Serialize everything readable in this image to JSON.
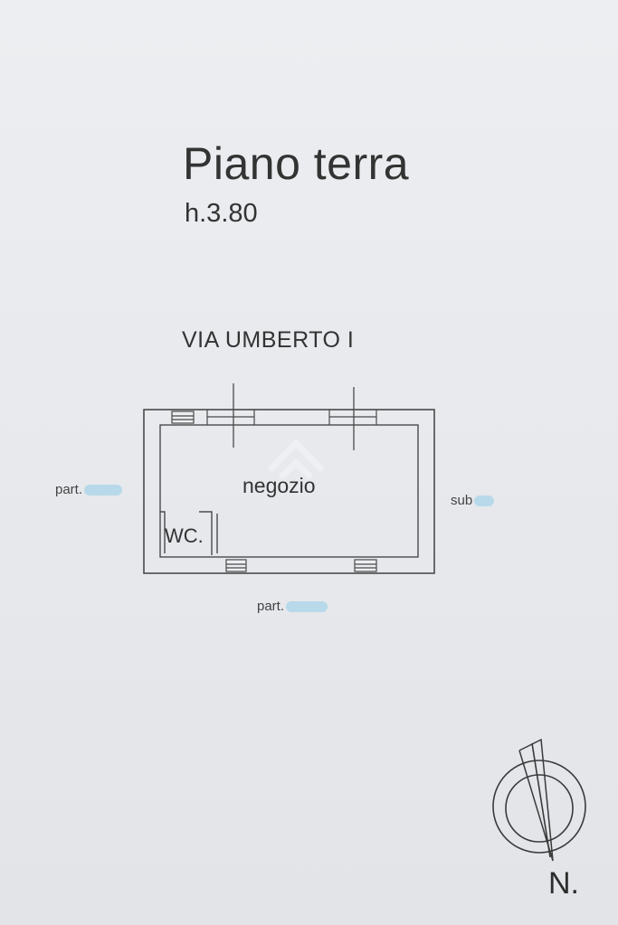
{
  "header": {
    "title": "Piano terra",
    "height": "h.3.80"
  },
  "street": "VIA UMBERTO I",
  "rooms": {
    "main": "negozio",
    "wc": "WC."
  },
  "neighbours": {
    "left": "part.",
    "right": "sub",
    "bottom": "part."
  },
  "compass": {
    "label": "N."
  }
}
